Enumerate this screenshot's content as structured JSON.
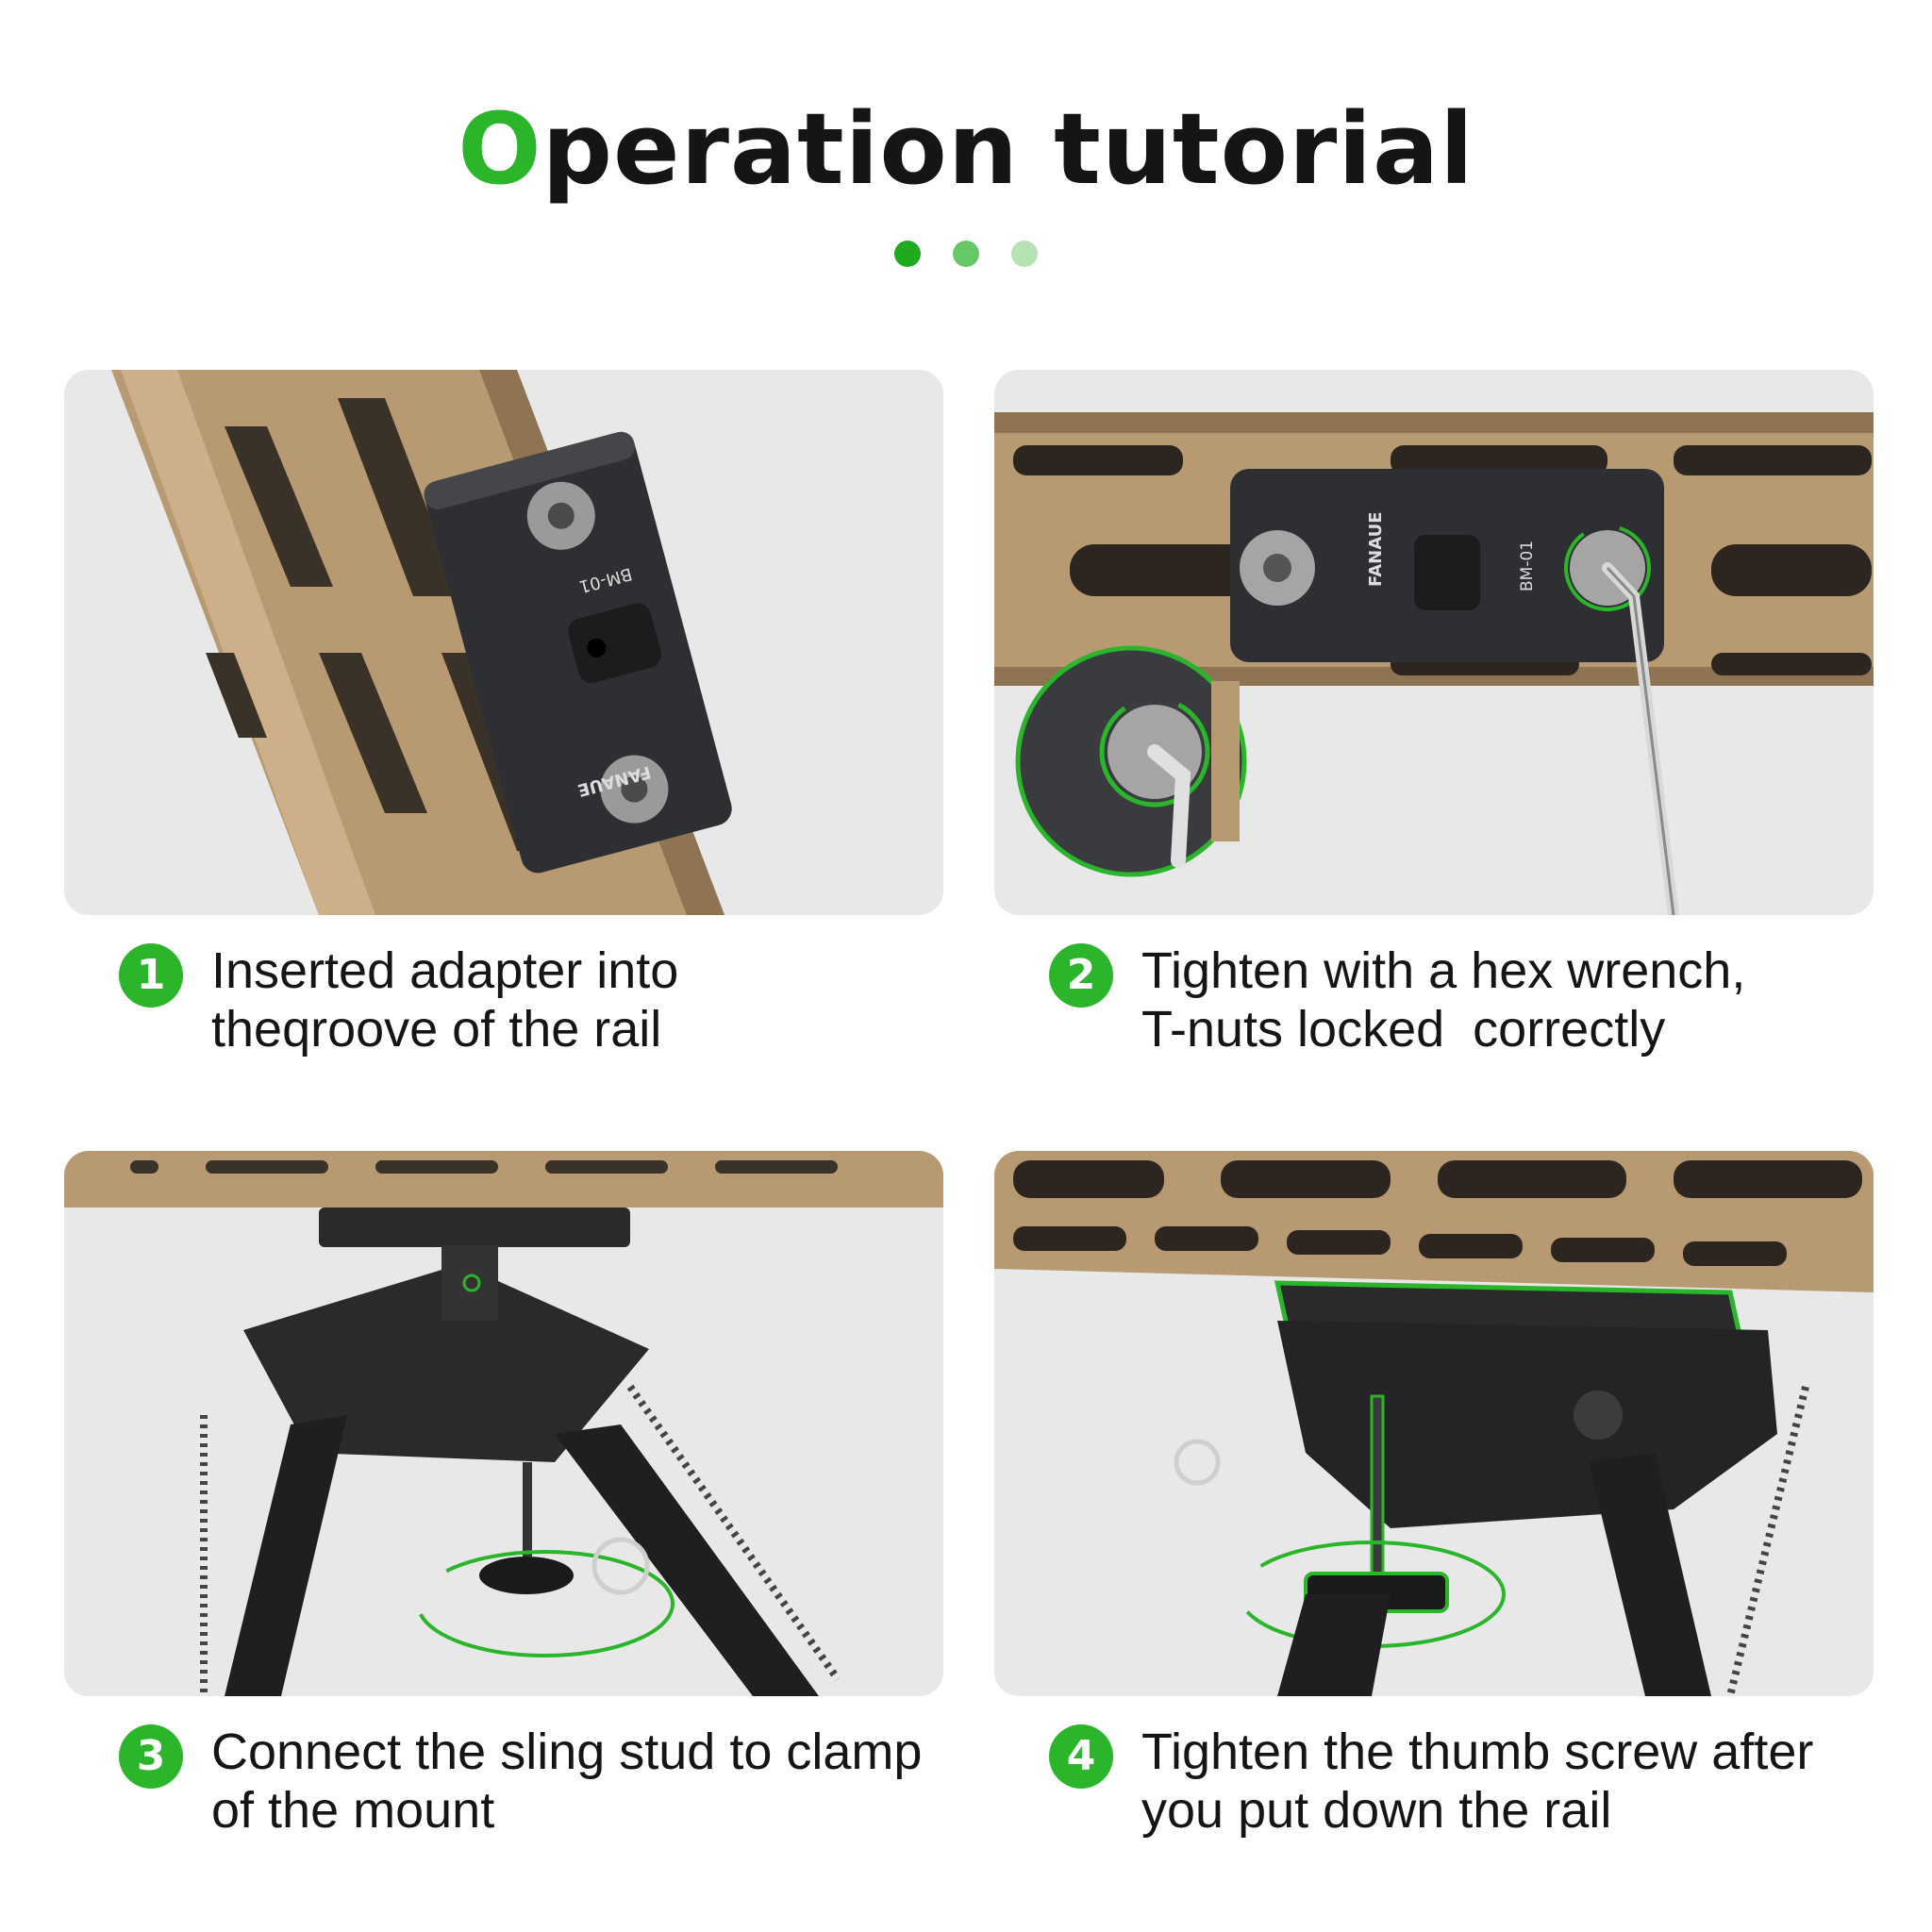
{
  "header": {
    "title_first_letter": "O",
    "title_rest": "peration tutorial",
    "accent_color": "#2bb52b",
    "pagination_dots": [
      "#1faa1f",
      "#66c766",
      "#b6e3b6"
    ]
  },
  "panels": [
    {
      "illustration": "adapter-inserted-into-rail-photo",
      "adapter_label": "BM-01",
      "brand": "FANAUE"
    },
    {
      "illustration": "hex-wrench-tightening-photo",
      "adapter_label": "BM-01",
      "brand": "FANAUE"
    },
    {
      "illustration": "bipod-sling-stud-clamp-photo"
    },
    {
      "illustration": "bipod-thumb-screw-photo"
    }
  ],
  "steps": [
    {
      "number": "1",
      "line1": "Inserted adapter into",
      "line2": "theqroove of the rail"
    },
    {
      "number": "2",
      "line1": "Tighten with a hex wrench,",
      "line2": "T-nuts locked  correctly"
    },
    {
      "number": "3",
      "line1": "Connect the sling stud to clamp",
      "line2": "of the mount"
    },
    {
      "number": "4",
      "line1": "Tighten the thumb screw after",
      "line2": "you put down the rail"
    }
  ]
}
